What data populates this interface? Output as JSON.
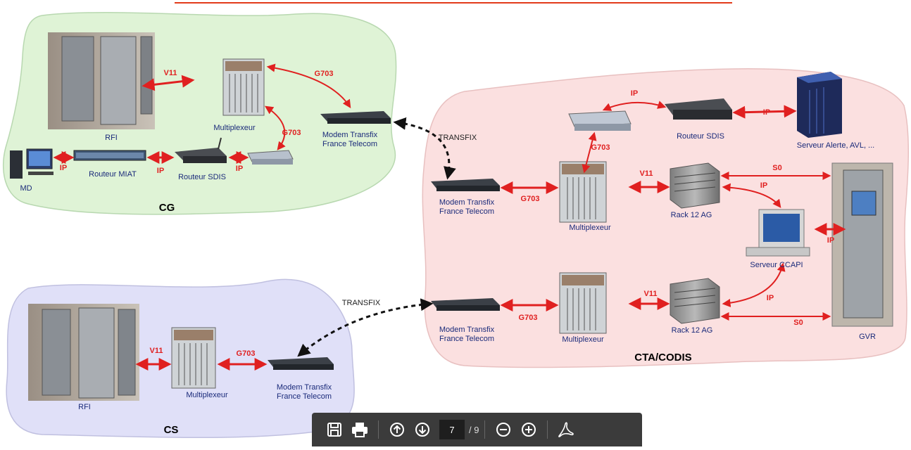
{
  "zones": {
    "cg": "CG",
    "cs": "CS",
    "cta": "CTA/CODIS"
  },
  "devices": {
    "cg_rfi": "RFI",
    "cg_mux": "Multiplexeur",
    "cg_modem": "Modem Transfix\nFrance Telecom",
    "cg_md": "MD",
    "cg_router_miat": "Routeur MIAT",
    "cg_router_sdis": "Routeur SDIS",
    "cs_rfi": "RFI",
    "cs_mux": "Multiplexeur",
    "cs_modem": "Modem Transfix\nFrance Telecom",
    "cta_router_sdis": "Routeur SDIS",
    "cta_server_alerte": "Serveur Alerte, AVL, ...",
    "cta_modem1": "Modem Transfix\nFrance Telecom",
    "cta_mux1": "Multiplexeur",
    "cta_rack1": "Rack 12 AG",
    "cta_server_ccapi": "Serveur CCAPI",
    "cta_modem2": "Modem Transfix\nFrance Telecom",
    "cta_mux2": "Multiplexeur",
    "cta_rack2": "Rack 12 AG",
    "cta_gvr": "GVR"
  },
  "links": {
    "cg_v11": "V11",
    "cg_g703_top": "G703",
    "cg_g703_mid": "G703",
    "cg_ip1": "IP",
    "cg_ip2": "IP",
    "cg_ip3": "IP",
    "transfix_top": "TRANSFIX",
    "transfix_bottom": "TRANSFIX",
    "cs_v11": "V11",
    "cs_g703": "G703",
    "cta_ip_top": "IP",
    "cta_ip_server": "IP",
    "cta_g703_vertical": "G703",
    "cta_g703_1": "G703",
    "cta_v11_1": "V11",
    "cta_s0_top": "S0",
    "cta_ip_rack_ccapi": "IP",
    "cta_ip_ccapi_gvr": "IP",
    "cta_g703_2": "G703",
    "cta_v11_2": "V11",
    "cta_ip_rack2": "IP",
    "cta_s0_bottom": "S0"
  },
  "toolbar": {
    "current_page": "7",
    "total_pages": "/ 9"
  },
  "colors": {
    "cg_zone": "#dff3d6",
    "cs_zone": "#e0e0f8",
    "cta_zone": "#fbe0e0",
    "link_red": "#e02020",
    "title_rule": "#e23b1a"
  }
}
